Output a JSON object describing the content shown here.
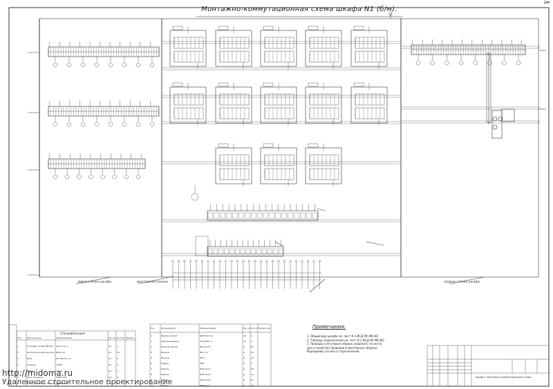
{
  "drawing": {
    "title": "Монтажно-коммутационная схема шкафа N1 (б/м).",
    "corner_code": "ДМК",
    "left_wall_label": "левая стенка шкафа",
    "mount_panel_label": "монтажная панель",
    "right_wall_label": "правая стенка шкафа",
    "watermark_url": "http://midoma.ru",
    "watermark_text": "Удаленное строительное проектирование",
    "stamp_text": "Шкаф 1. Монтажно-коммутационная схема"
  },
  "spec_table": {
    "title": "Спецификация",
    "headers": [
      "Поз.",
      "Обозначение",
      "Наименование",
      "Ед. изм.",
      "Кол-во",
      "Приме-чание"
    ],
    "rows": [
      [
        "1",
        "Стандарт шкаф KIN-0/М",
        "СВ-72 пр. 1",
        "шт",
        "1",
        ""
      ],
      [
        "2",
        "Автоматический выключатель",
        "ВА47-29",
        "шт",
        "16",
        ""
      ],
      [
        "3",
        "Реле",
        "РП-160 3хх 21",
        "шт",
        "5",
        ""
      ],
      [
        "4",
        "Клеммы",
        "С-800",
        "шт",
        "2",
        ""
      ],
      [
        "5",
        "Шина",
        "ГС-28",
        "шт",
        "1",
        ""
      ],
      [
        "6",
        "Блок зажимов",
        "F/RTS-22П",
        "шт",
        "2",
        ""
      ],
      [
        "7",
        "Блок зажимов на 16 клемм",
        "КЛЕМА-21",
        "шт",
        "2",
        ""
      ]
    ]
  },
  "cable_table": {
    "headers": [
      "Поз.",
      "Обозначение",
      "Наименование",
      "Ед. изм.",
      "Кол-во",
      "Приме-чание"
    ],
    "rows": [
      [
        "1",
        "Шкаф силовой",
        "ЩР Пластик",
        "шт",
        "1",
        ""
      ],
      [
        "2",
        "Кабельный ввод",
        "М 16/ПУС 3",
        "шт",
        "4",
        ""
      ],
      [
        "3",
        "Провод гибкий",
        "ПВ 3х0,75",
        "м",
        "20",
        ""
      ],
      [
        "4",
        "Провод",
        "ПВ1 1,5",
        "м",
        "50",
        ""
      ],
      [
        "5",
        "Провод",
        "ПВ1 1",
        "м",
        "30",
        ""
      ],
      [
        "6",
        "Трубка",
        "ПХВ",
        "м",
        "5",
        ""
      ],
      [
        "7",
        "Кабель",
        "NYM 3х1,5",
        "м",
        "20",
        ""
      ],
      [
        "8",
        "Кабель",
        "NYM 3х2,5",
        "м",
        "10",
        ""
      ],
      [
        "9",
        "Кабель",
        "NYM 5х1,5",
        "м",
        "10",
        ""
      ],
      [
        "10",
        "Кабель",
        "ТРКА 4 5",
        "м",
        "20",
        ""
      ]
    ]
  },
  "notes": {
    "title": "Примечания:",
    "items": [
      "1. Общий вид шкафа см. лист N 3 ИСД-РК-МК-ВО.",
      "2. Таблицу подключений см. лист N 2 ИСД-РК-МК-ВО.",
      "3. Провода и жгутовые сборки соединить по месту",
      "   для устройства проводов в монтажных сборках.",
      "   Маркировку по месту подключения."
    ]
  }
}
